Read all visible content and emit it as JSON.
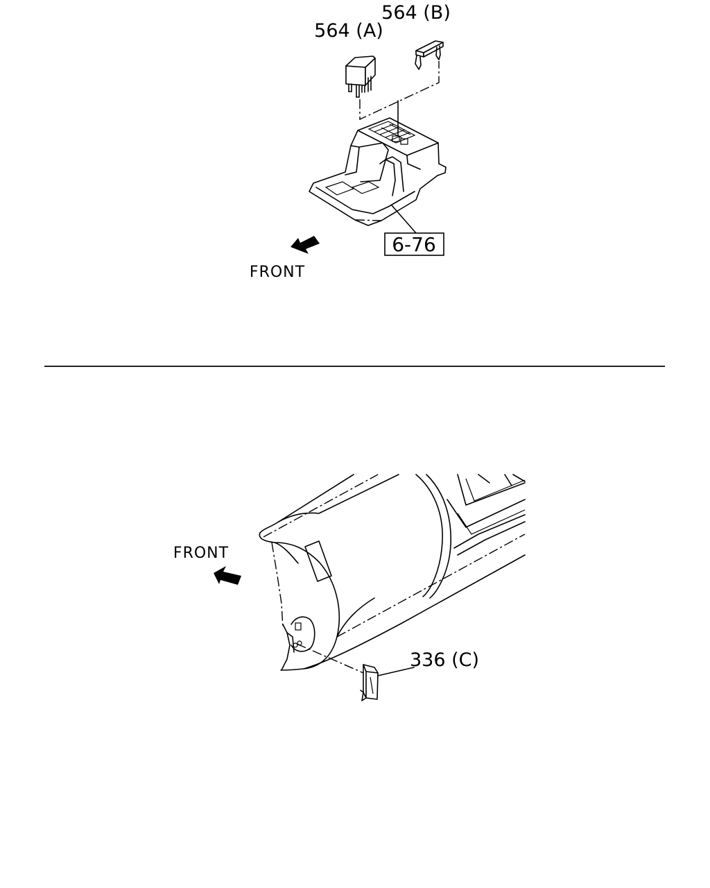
{
  "top_view": {
    "part_a_label": "564 (A)",
    "part_b_label": "564 (B)",
    "ref_label": "6-76",
    "front_label": "FRONT"
  },
  "bottom_view": {
    "part_c_label": "336 (C)",
    "front_label": "FRONT"
  },
  "icons": {
    "front_arrow_top": "front-arrow-down-left",
    "front_arrow_bottom": "front-arrow-up-left"
  },
  "colors": {
    "ink": "#000000",
    "paper": "#ffffff"
  }
}
